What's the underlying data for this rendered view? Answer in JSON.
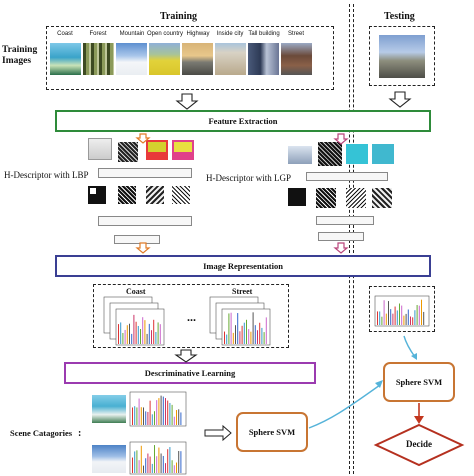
{
  "sections": {
    "training_title": "Training",
    "testing_title": "Testing"
  },
  "training_images_label": "Training\nImages",
  "categories": [
    "Coast",
    "Forest",
    "Mountain",
    "Open country",
    "Highway",
    "Inside city",
    "Tall building",
    "Street"
  ],
  "stages": {
    "feature_extraction": "Feature Extraction",
    "image_representation": "Image Representation",
    "discriminative_learning": "Descriminative Learning"
  },
  "descriptors": {
    "lbp": "H-Descriptor with LBP",
    "lgp": "H-Descriptor with LGP"
  },
  "representation": {
    "coast_label": "Coast",
    "street_label": "Street",
    "ellipsis": "..."
  },
  "scene_categories_label": "Scene Catagories",
  "scene_dots": ":",
  "svm": {
    "train_label": "Sphere SVM",
    "test_label": "Sphere SVM"
  },
  "decide_label": "Decide",
  "colors": {
    "feature_border": "#2e8b3a",
    "representation_border": "#3a3f93",
    "learning_border": "#9b3bb0",
    "svm_border": "#c87533",
    "decide_border": "#b5301f",
    "arrow_orange": "#e07b28",
    "arrow_pink": "#b9457b",
    "arrow_cyan": "#55b3d9"
  }
}
